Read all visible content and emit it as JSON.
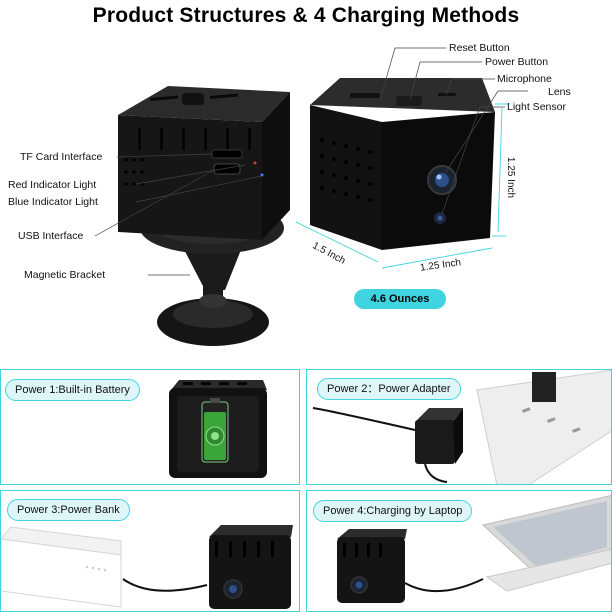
{
  "title": "Product Structures & 4 Charging Methods",
  "callouts": {
    "reset_button": "Reset Button",
    "power_button": "Power Button",
    "microphone": "Microphone",
    "lens": "Lens",
    "light_sensor": "Light Sensor",
    "tf_card": "TF Card Interface",
    "red_light": "Red Indicator Light",
    "blue_light": "Blue Indicator Light",
    "usb": "USB Interface",
    "bracket": "Magnetic Bracket"
  },
  "dimensions": {
    "height": "1.25 Inch",
    "depth": "1.5 Inch",
    "width": "1.25 Inch"
  },
  "weight": "4.6 Ounces",
  "power_methods": [
    {
      "label": "Power 1:Built-in Battery"
    },
    {
      "label": "Power 2：Power Adapter"
    },
    {
      "label": "Power 3:Power Bank"
    },
    {
      "label": "Power 4:Charging by Laptop"
    }
  ],
  "colors": {
    "accent": "#3fd4e0",
    "label_bg": "#dff6f9",
    "battery_green": "#3aa63a"
  }
}
